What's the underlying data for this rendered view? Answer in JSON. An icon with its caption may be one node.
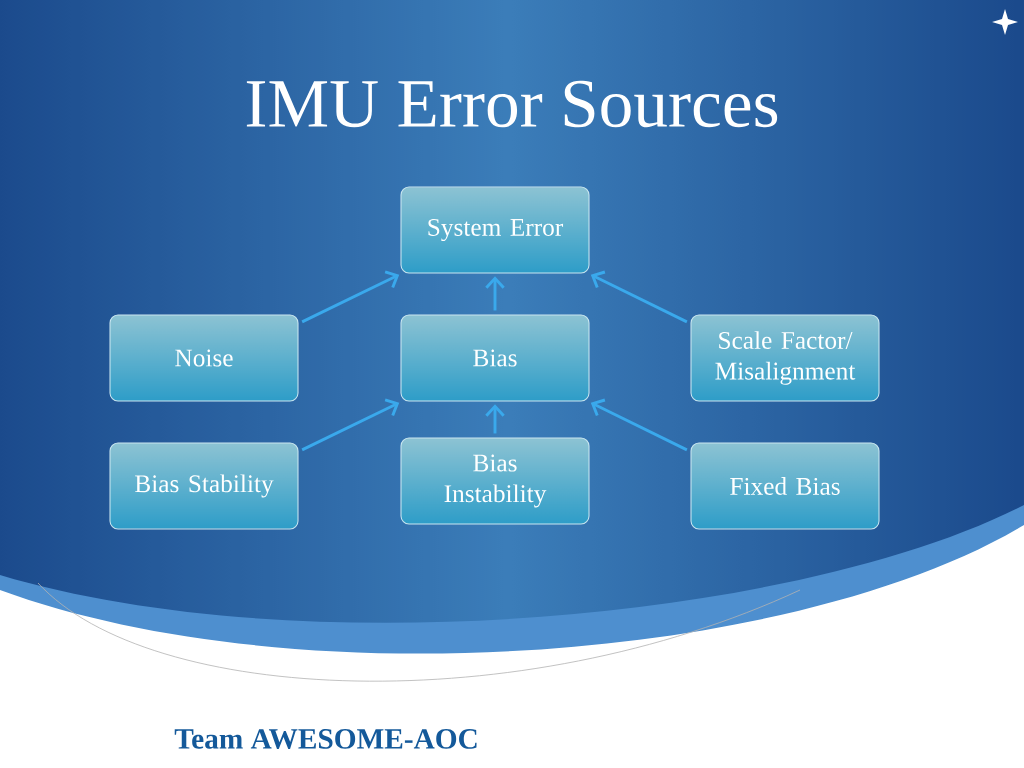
{
  "diagram": {
    "title": "IMU Error Sources",
    "nodes": [
      {
        "text": [
          "System Error"
        ]
      },
      {
        "text": [
          "Noise"
        ]
      },
      {
        "text": [
          "Bias"
        ]
      },
      {
        "text": [
          "Scale Factor/ Misalignment"
        ]
      },
      {
        "text": [
          "Bias Stability"
        ]
      },
      {
        "text": [
          "Bias Instability"
        ]
      },
      {
        "text": [
          "Fixed Bias"
        ]
      }
    ],
    "edges": [
      {
        "from": 1,
        "to": 0,
        "arrow": "to"
      },
      {
        "from": 2,
        "to": 0,
        "arrow": "to"
      },
      {
        "from": 3,
        "to": 0,
        "arrow": "to"
      },
      {
        "from": 4,
        "to": 2,
        "arrow": "to"
      },
      {
        "from": 5,
        "to": 2,
        "arrow": "to"
      },
      {
        "from": 6,
        "to": 2,
        "arrow": "to"
      }
    ],
    "labels": [
      "Team AWESOME-AOC"
    ]
  }
}
